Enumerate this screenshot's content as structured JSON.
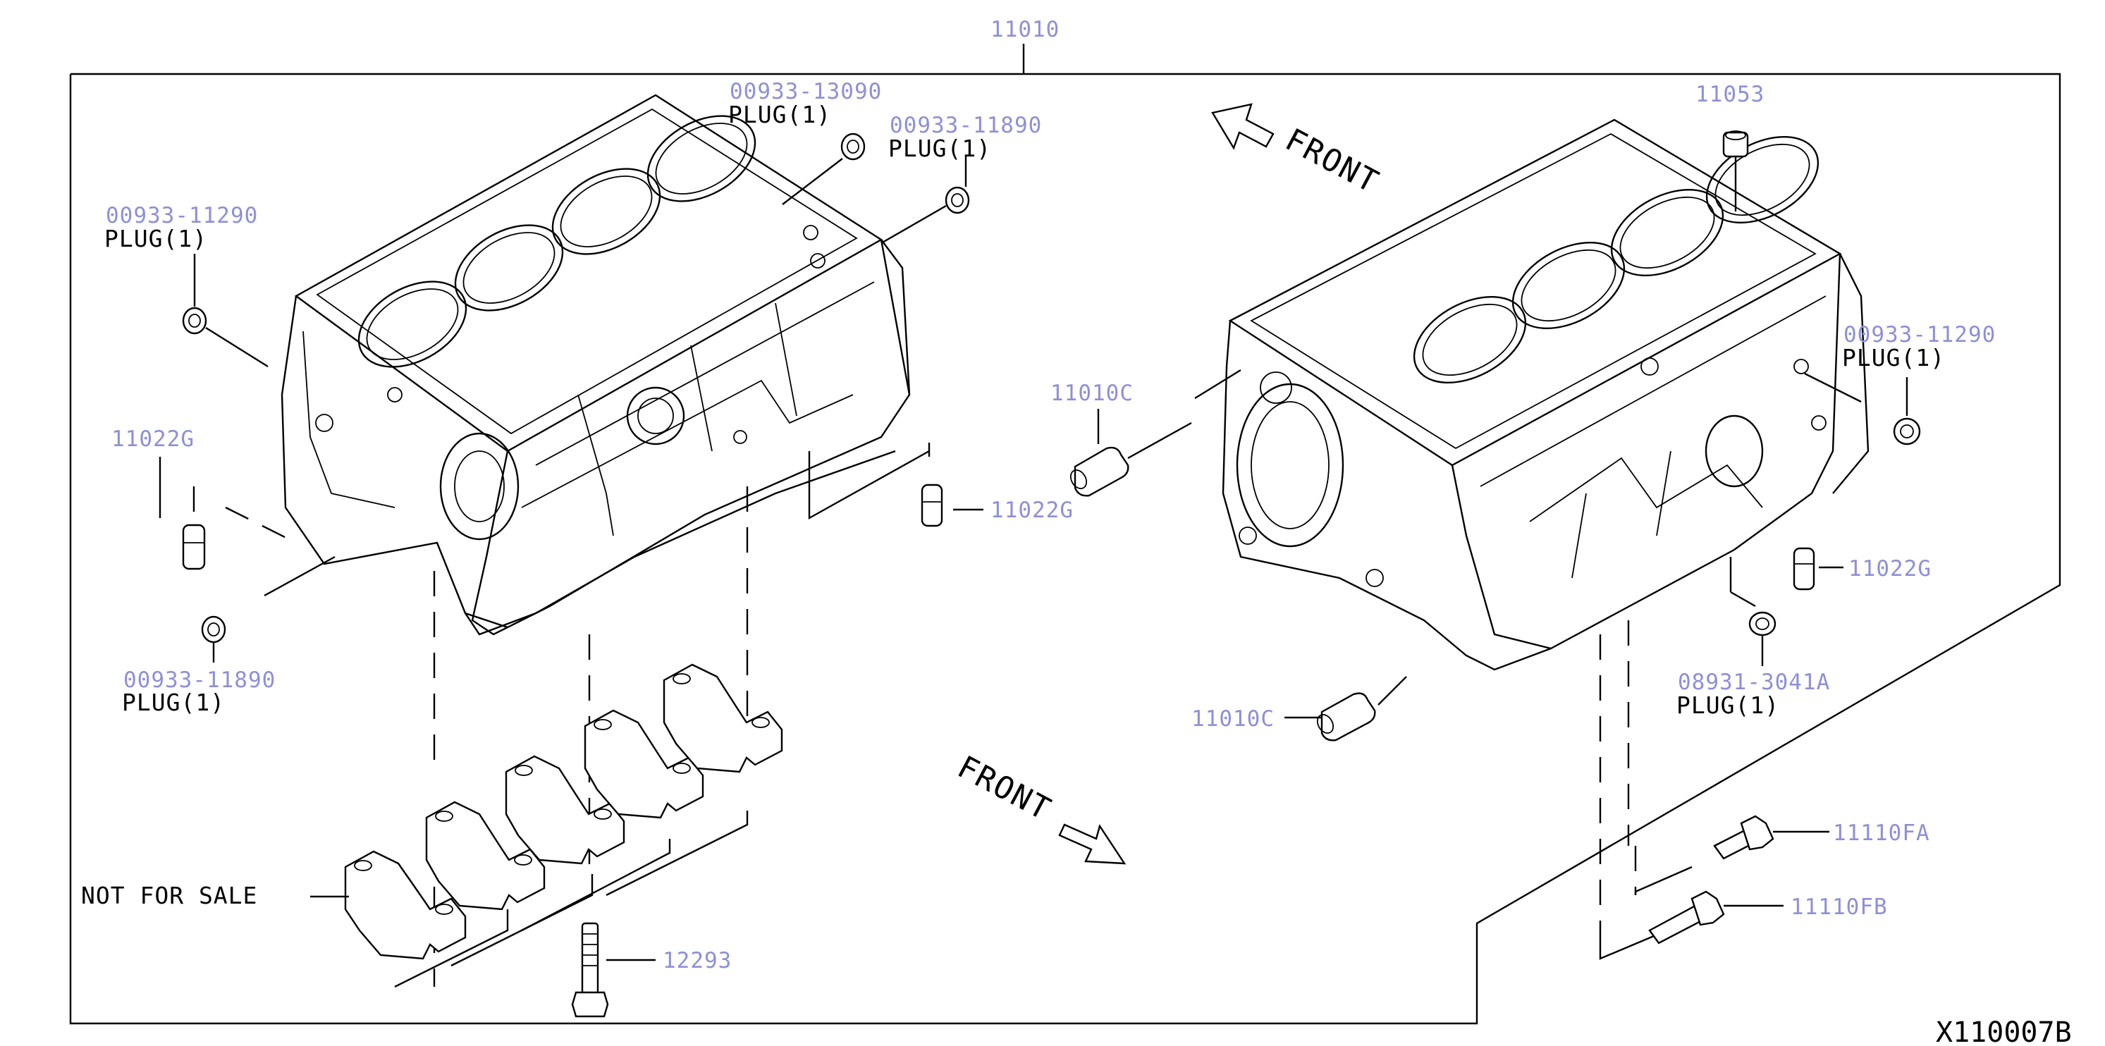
{
  "assembly": {
    "part_number": "11010"
  },
  "diagram_code": "X110007B",
  "front_arrows": {
    "top": "FRONT",
    "bottom": "FRONT"
  },
  "callouts": {
    "plug_13090": {
      "part_number": "00933-13090",
      "qty": "PLUG(1)"
    },
    "plug_11890_top": {
      "part_number": "00933-11890",
      "qty": "PLUG(1)"
    },
    "plug_11290_left": {
      "part_number": "00933-11290",
      "qty": "PLUG(1)"
    },
    "plug_11890_bottom": {
      "part_number": "00933-11890",
      "qty": "PLUG(1)"
    },
    "plug_11290_right": {
      "part_number": "00933-11290",
      "qty": "PLUG(1)"
    },
    "plug_3041a": {
      "part_number": "08931-3041A",
      "qty": "PLUG(1)"
    },
    "cap_11053": {
      "part_number": "11053"
    },
    "dowel_11022g_left": {
      "part_number": "11022G"
    },
    "dowel_11022g_mid": {
      "part_number": "11022G"
    },
    "dowel_11022g_right": {
      "part_number": "11022G"
    },
    "pin_11010c_top": {
      "part_number": "11010C"
    },
    "pin_11010c_bottom": {
      "part_number": "11010C"
    },
    "bolt_12293": {
      "part_number": "12293"
    },
    "bolt_11110fa": {
      "part_number": "11110FA"
    },
    "bolt_11110fb": {
      "part_number": "11110FB"
    },
    "bearing_caps": {
      "note": "NOT FOR SALE"
    }
  }
}
